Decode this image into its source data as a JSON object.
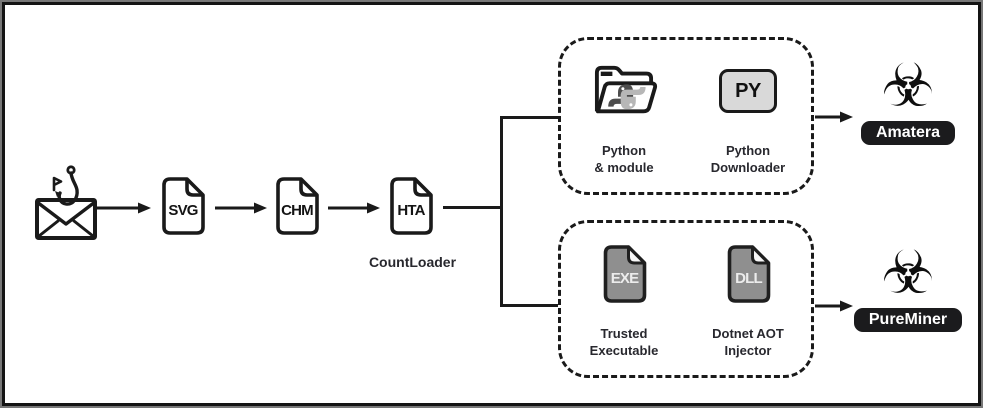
{
  "chain": {
    "stages": [
      {
        "badge": "SVG"
      },
      {
        "badge": "CHM"
      },
      {
        "badge": "HTA"
      }
    ],
    "hta_caption": "CountLoader"
  },
  "branches": [
    {
      "items": [
        {
          "icon": "python-folder",
          "label_line1": "Python",
          "label_line2": "& module"
        },
        {
          "icon": "py-badge",
          "badge": "PY",
          "label_line1": "Python",
          "label_line2": "Downloader"
        }
      ],
      "outcome": {
        "icon": "biohazard",
        "glyph": "☣",
        "label": "Amatera"
      }
    },
    {
      "items": [
        {
          "icon": "exe-file",
          "badge": "EXE",
          "label_line1": "Trusted",
          "label_line2": "Executable"
        },
        {
          "icon": "dll-file",
          "badge": "DLL",
          "label_line1": "Dotnet AOT",
          "label_line2": "Injector"
        }
      ],
      "outcome": {
        "icon": "biohazard",
        "glyph": "☣",
        "label": "PureMiner"
      }
    }
  ],
  "colors": {
    "line": "#1a1a1a",
    "file_gray_fill": "#8f8f8f",
    "py_badge_fill": "#d9d9d9",
    "pill_bg": "#1b1b1d",
    "pill_text": "#ffffff",
    "label_text": "#28282e"
  }
}
